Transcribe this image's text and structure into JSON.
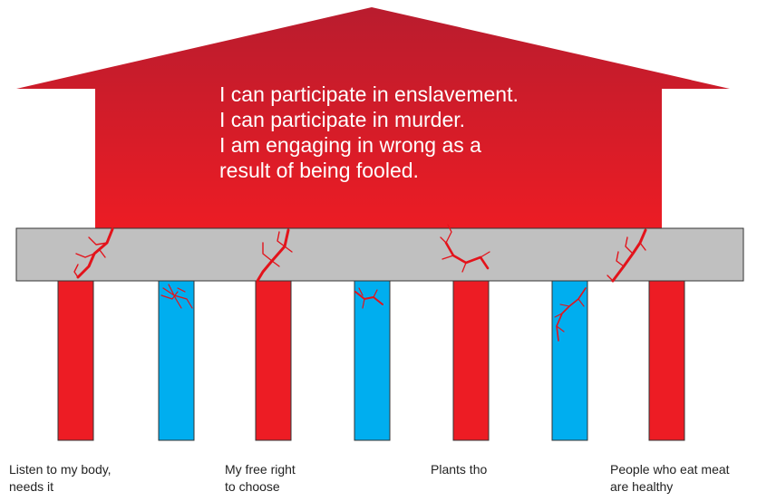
{
  "roof": {
    "lines": [
      "I can participate in enslavement.",
      "I can participate in murder.",
      "I am engaging in wrong as a",
      "result of being fooled."
    ]
  },
  "pillars": [
    {
      "color": "red"
    },
    {
      "color": "blue"
    },
    {
      "color": "red"
    },
    {
      "color": "blue"
    },
    {
      "color": "red"
    },
    {
      "color": "blue"
    },
    {
      "color": "red"
    }
  ],
  "labels": [
    {
      "lines": [
        "Listen to my body,",
        "needs it"
      ]
    },
    {
      "lines": [
        "My free right",
        "to choose"
      ]
    },
    {
      "lines": [
        "Plants tho"
      ]
    },
    {
      "lines": [
        "People who eat meat",
        "are healthy"
      ]
    }
  ],
  "colors": {
    "roof_top": "#b91c2e",
    "roof_bottom": "#ed1c24",
    "beam": "#c0c0c0",
    "pillar_red": "#ed1c24",
    "pillar_blue": "#00aeef",
    "crack": "#e3131b"
  }
}
